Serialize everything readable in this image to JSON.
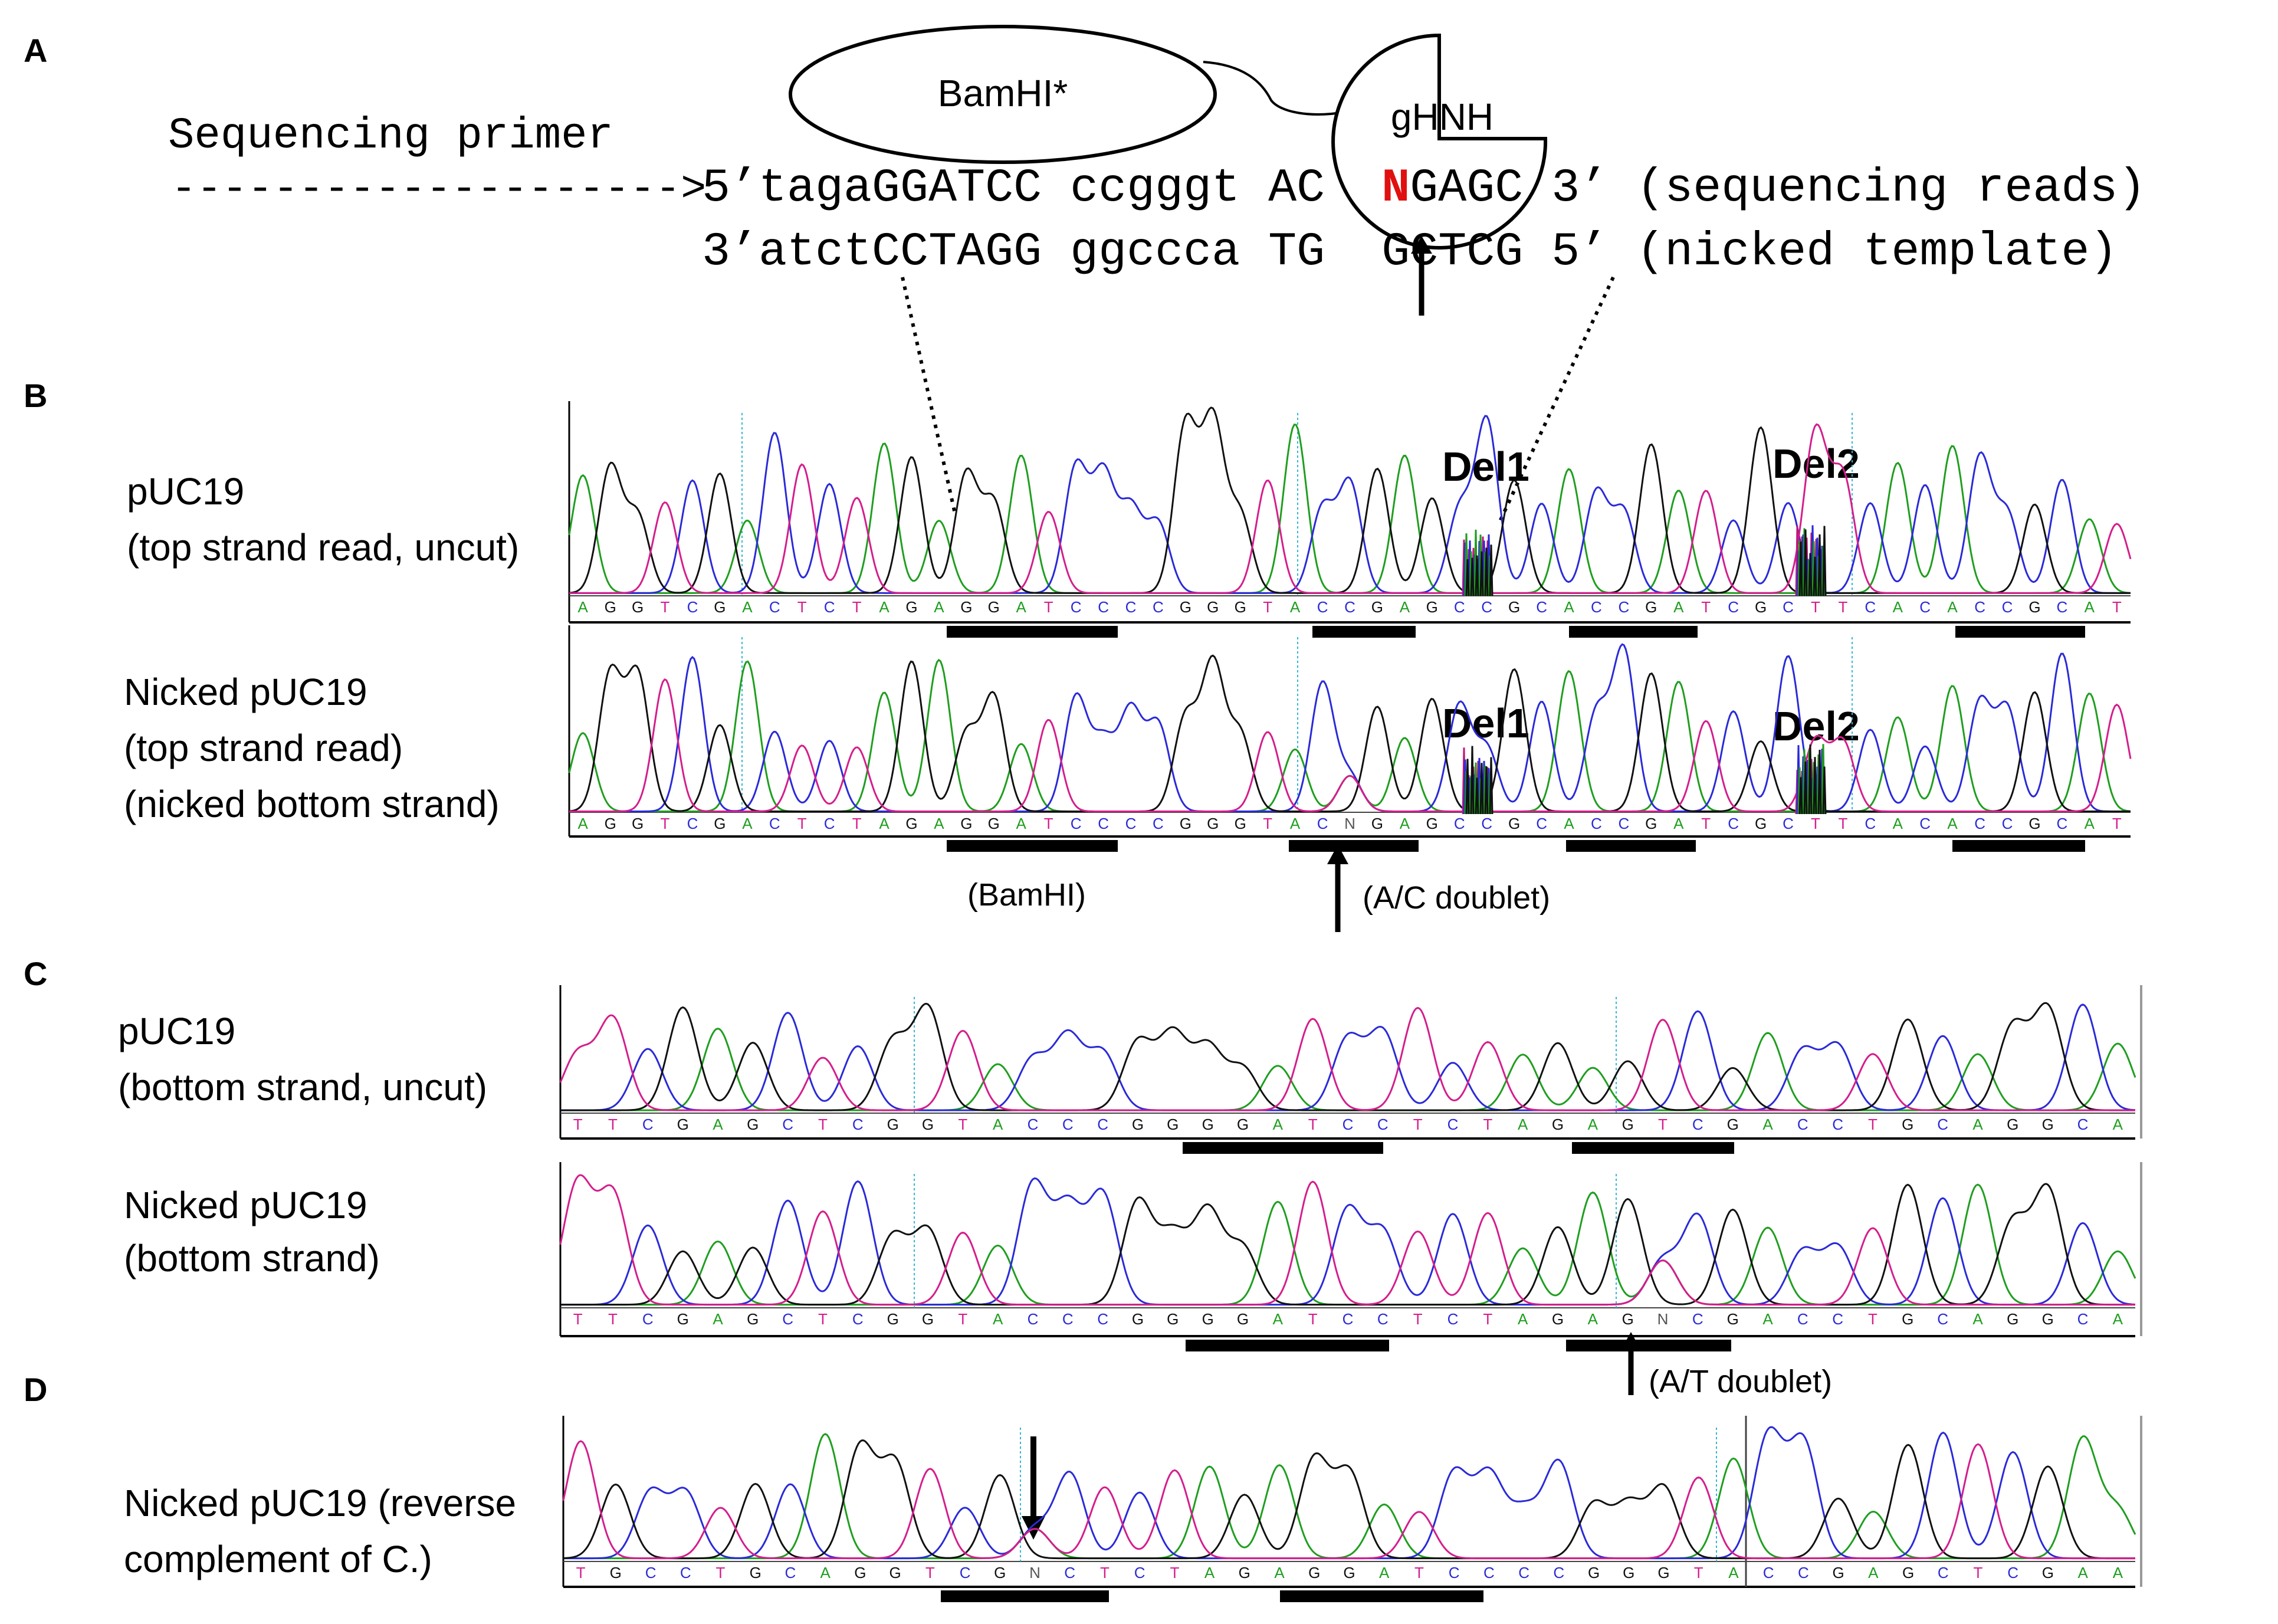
{
  "panels": {
    "a": "A",
    "b": "B",
    "c": "C",
    "d": "D"
  },
  "panelA": {
    "enzyme1": "BamHI*",
    "enzyme2": "gHNH",
    "primer_label": "Sequencing primer",
    "primer_arrow": "-------------------->",
    "top_prefix": "5’tagaGGATCC ccgggt AC  ",
    "top_N": "N",
    "top_suffix": "GAGC 3’ (sequencing reads)",
    "bottom": "3’atctCCTAGG ggccca TG  GCTCG 5’ (nicked template)"
  },
  "panelB": {
    "t1_label1": "pUC19",
    "t1_label2": "(top strand read, uncut)",
    "t2_label1": "Nicked pUC19",
    "t2_label2": "(top strand read)",
    "t2_label3": "(nicked bottom strand)",
    "del1": "Del1",
    "del2": "Del2",
    "bam_note": "(BamHI)",
    "doublet_note": "(A/C doublet)",
    "seq1": "AGGTCGACTCTAGAGGATCCCCGGGTACCGAGCCGCACCGATCGCTTCACACCGCAT",
    "seq2": "AGGTCGACTCTAGAGGATCCCCGGGTACNGAGCCGCACCGATCGCTTCACACCGCAT"
  },
  "panelC": {
    "t3_label1": "pUC19",
    "t3_label2": "(bottom strand, uncut)",
    "t4_label1": "Nicked pUC19",
    "t4_label2": "(bottom strand)",
    "doublet_note": "(A/T doublet)",
    "seq3": "TTCGAGCTCGGTACCCGGGGATCCTCTAGAGTCGACCTGCAGGCA",
    "seq4": "TTCGAGCTCGGTACCCGGGGATCCTCTAGAGNCGACCTGCAGGCA"
  },
  "panelD": {
    "t5_label1": "Nicked pUC19 (reverse",
    "t5_label2": "complement of C.)",
    "seq5": "TGCCTGCAGGTCGNCTCTAGAGGATCCCCGGGTACCGAGCTCGAA"
  },
  "colors": {
    "A": "#1f9e1f",
    "C": "#2a2ad8",
    "G": "#111111",
    "T": "#d41e8c",
    "N": "#555555",
    "red": "#e01010"
  }
}
